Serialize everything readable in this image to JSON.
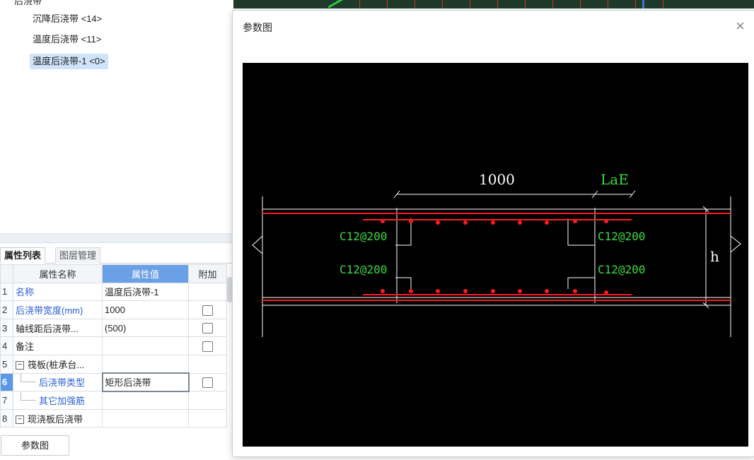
{
  "tree": {
    "partial_top_label": "后浇带",
    "items": [
      {
        "label": "沉降后浇带 <14>",
        "selected": false
      },
      {
        "label": "温度后浇带 <11>",
        "selected": false
      },
      {
        "label": "温度后浇带-1 <0>",
        "selected": true
      }
    ]
  },
  "tabs": {
    "active": "属性列表",
    "inactive": "图层管理"
  },
  "table": {
    "headers": {
      "name": "属性名称",
      "value": "属性值",
      "extra": "附加"
    },
    "rows": [
      {
        "num": "1",
        "name": "名称",
        "value": "温度后浇带-1",
        "checkbox": false
      },
      {
        "num": "2",
        "name": "后浇带宽度(mm)",
        "value": "1000",
        "checkbox": true
      },
      {
        "num": "3",
        "name": "轴线距后浇带...",
        "value": "(500)",
        "checkbox": true
      },
      {
        "num": "4",
        "name": "备注",
        "value": "",
        "checkbox": true
      },
      {
        "num": "5",
        "name": "筏板(桩承台...",
        "value": "",
        "checkbox": false
      },
      {
        "num": "6",
        "name": "后浇带类型",
        "value": "矩形后浇带",
        "checkbox": true
      },
      {
        "num": "7",
        "name": "其它加强筋",
        "value": "",
        "checkbox": false
      },
      {
        "num": "8",
        "name": "现浇板后浇带",
        "value": "",
        "checkbox": false
      }
    ]
  },
  "button": {
    "param_diagram": "参数图"
  },
  "dialog": {
    "title": "参数图",
    "close_glyph": "×",
    "drawing": {
      "dim_width": "1000",
      "dim_lae": "LaE",
      "label_tl": "C12@200",
      "label_tr": "C12@200",
      "label_bl": "C12@200",
      "label_br": "C12@200",
      "dim_h": "h"
    }
  },
  "colors": {
    "accent": "#5b98e8",
    "cad_background": "#000000",
    "rebar_red": "#ff1a1a",
    "label_green": "#3ddc3d"
  }
}
